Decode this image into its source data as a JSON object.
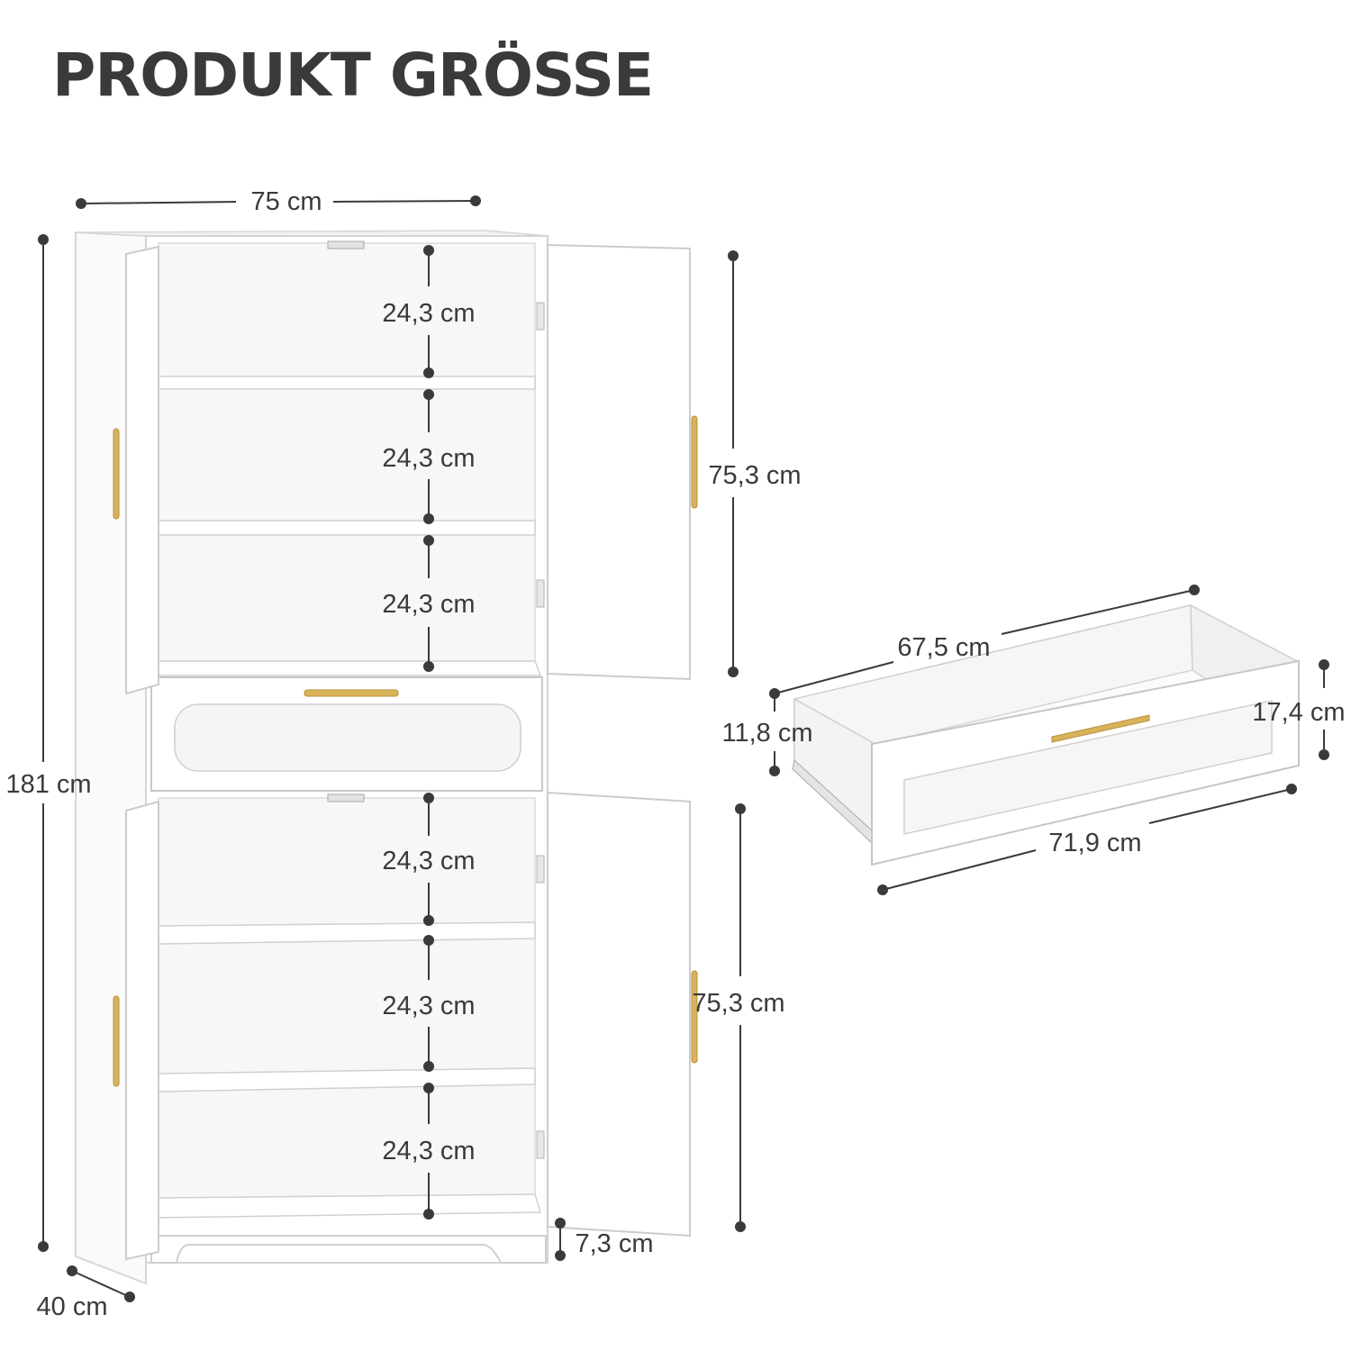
{
  "title": "PRODUKT GRÖSSE",
  "cabinet": {
    "width": "75 cm",
    "height": "181 cm",
    "depth": "40 cm",
    "shelf_gaps": [
      "24,3 cm",
      "24,3 cm",
      "24,3 cm",
      "24,3 cm",
      "24,3 cm",
      "24,3 cm"
    ],
    "upper_door_height": "75,3 cm",
    "lower_door_height": "75,3 cm",
    "base_height": "7,3 cm"
  },
  "drawer": {
    "inner_length": "67,5 cm",
    "outer_length": "71,9 cm",
    "inner_height": "11,8 cm",
    "front_height": "17,4 cm"
  },
  "colors": {
    "text": "#3a3a3a",
    "cabinet": "#ffffff",
    "handle": "#d8b35a"
  }
}
